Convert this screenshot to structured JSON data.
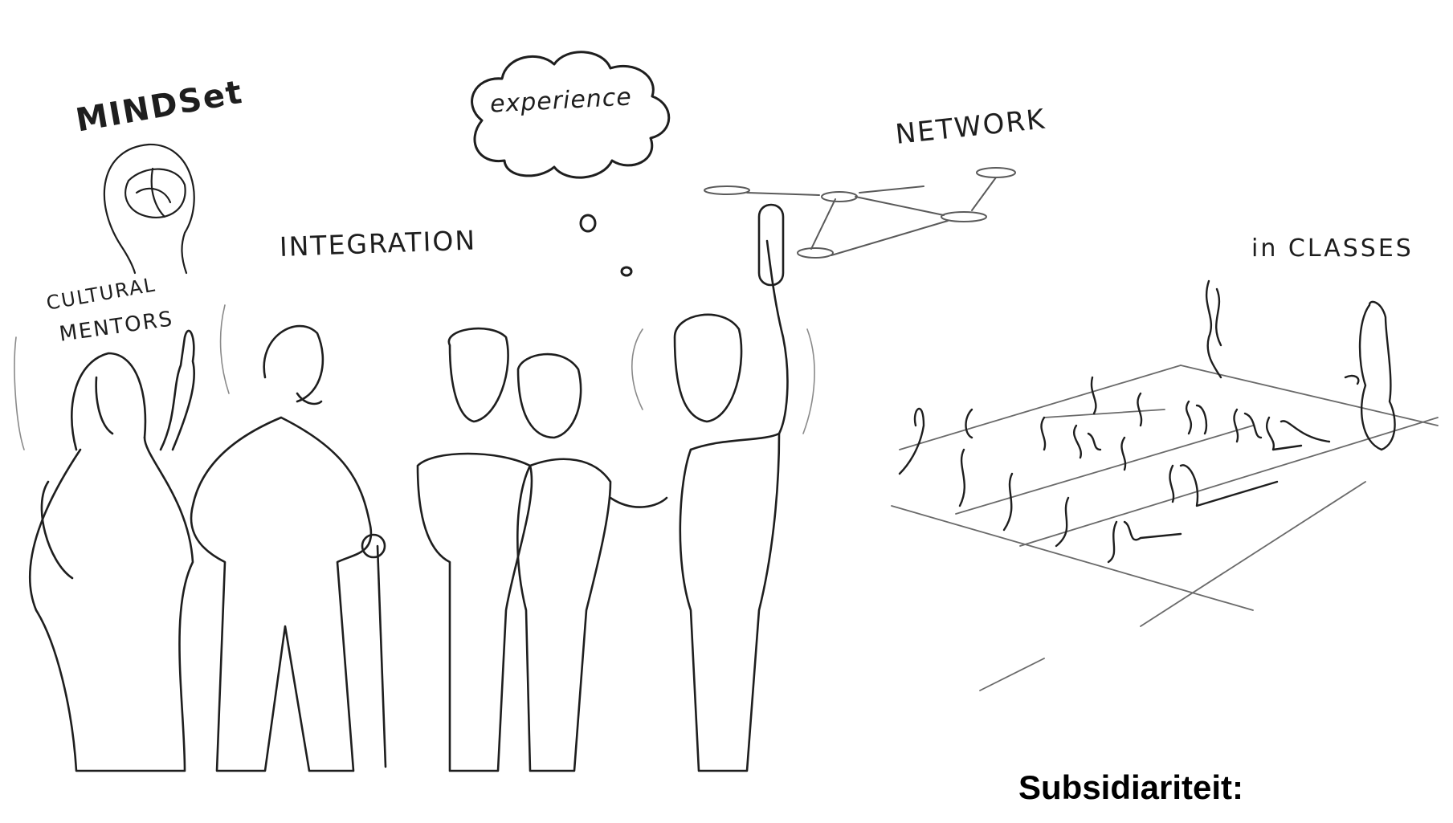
{
  "sketch_labels": {
    "mindset": "MINDSet",
    "experience": "experience",
    "network": "NETWORK",
    "integration": "INTEGRATION",
    "in_classes": "in CLASSES",
    "cultural": "CULTURAL",
    "mentors": "MENTORS"
  },
  "caption": "Subsidiariteit:",
  "colors": {
    "line": "#1e1e1e",
    "light_line": "#7a7a7a",
    "background": "#ffffff",
    "caption": "#000000"
  }
}
